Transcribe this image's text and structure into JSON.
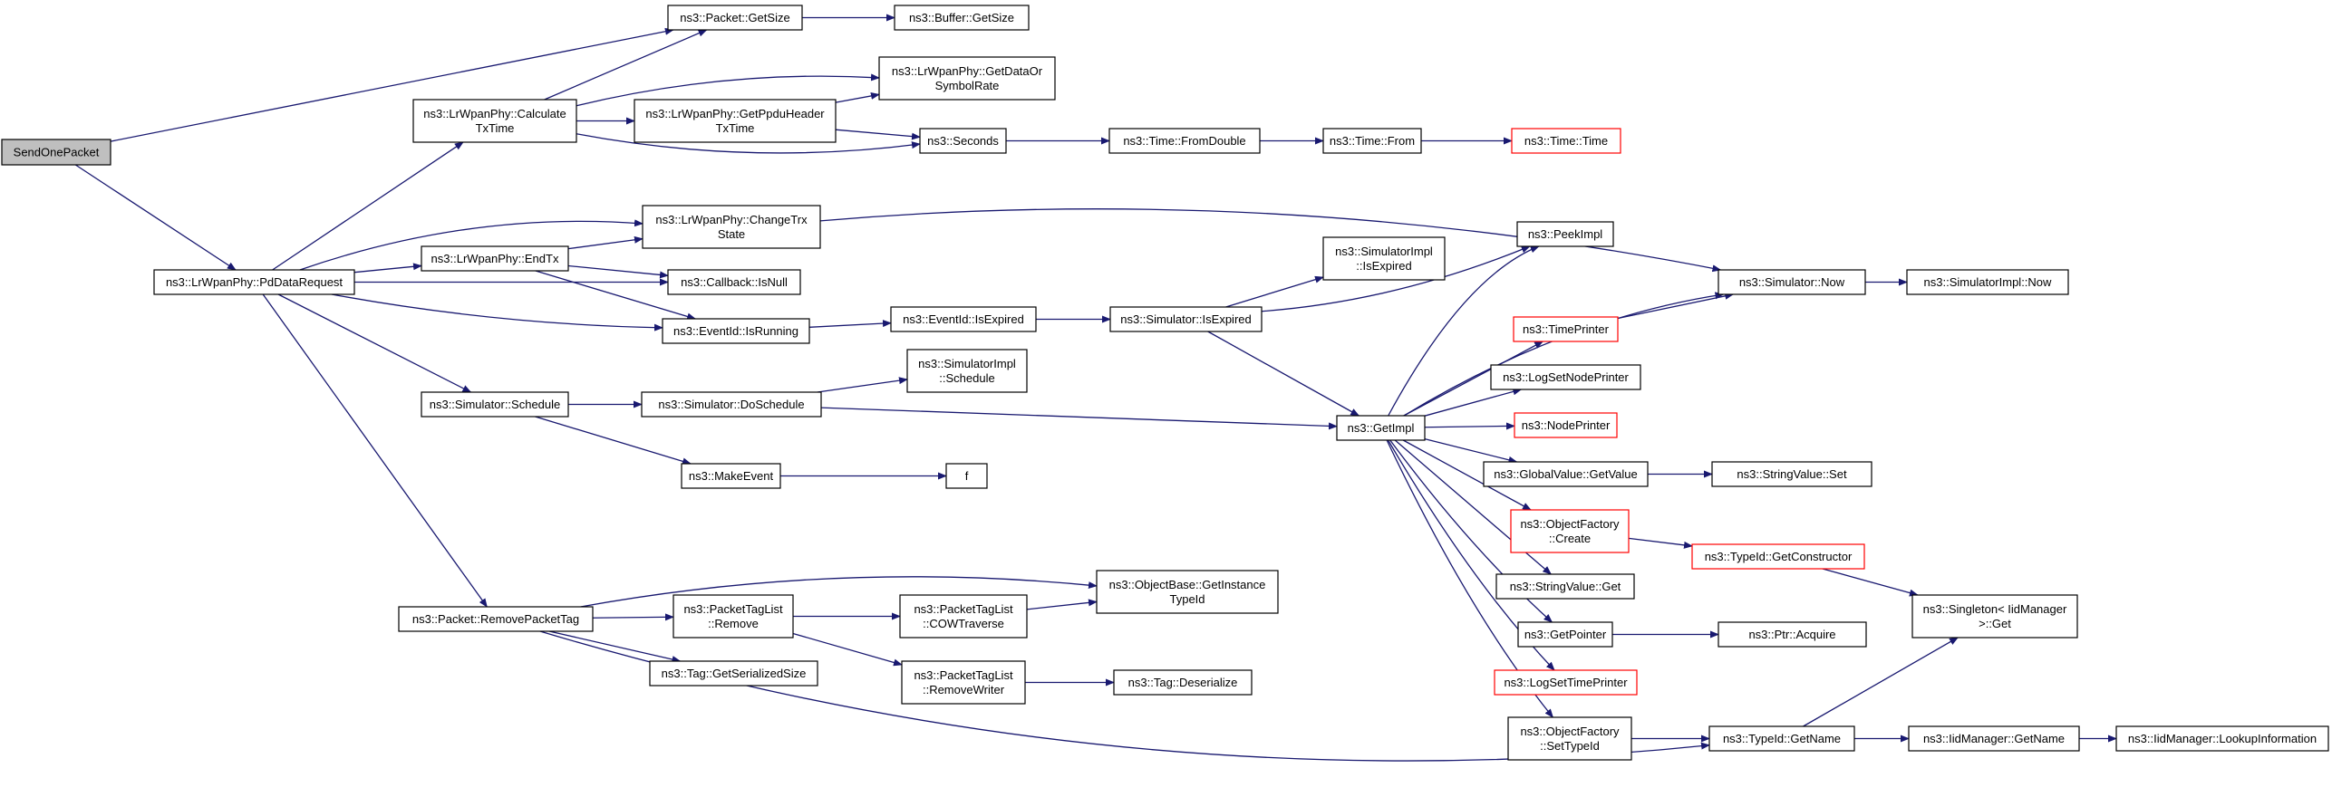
{
  "colors": {
    "edge": "#191970",
    "node_border": "#000000",
    "node_fill": "#ffffff",
    "root_fill": "#bfbfbf",
    "truncated_border": "#ff0000"
  },
  "nodes": {
    "send_one_packet": {
      "lines": [
        "SendOnePacket"
      ],
      "kind": "root"
    },
    "pd_data_request": {
      "lines": [
        "ns3::LrWpanPhy::PdDataRequest"
      ],
      "kind": "normal"
    },
    "calculate_tx_time": {
      "lines": [
        "ns3::LrWpanPhy::Calculate",
        "TxTime"
      ],
      "kind": "normal"
    },
    "packet_get_size": {
      "lines": [
        "ns3::Packet::GetSize"
      ],
      "kind": "normal"
    },
    "buffer_get_size": {
      "lines": [
        "ns3::Buffer::GetSize"
      ],
      "kind": "normal"
    },
    "get_data_or_symbol_rate": {
      "lines": [
        "ns3::LrWpanPhy::GetDataOr",
        "SymbolRate"
      ],
      "kind": "normal"
    },
    "get_ppdu_header_tx_time": {
      "lines": [
        "ns3::LrWpanPhy::GetPpduHeader",
        "TxTime"
      ],
      "kind": "normal"
    },
    "seconds": {
      "lines": [
        "ns3::Seconds"
      ],
      "kind": "normal"
    },
    "time_from_double": {
      "lines": [
        "ns3::Time::FromDouble"
      ],
      "kind": "normal"
    },
    "time_from": {
      "lines": [
        "ns3::Time::From"
      ],
      "kind": "normal"
    },
    "time_time": {
      "lines": [
        "ns3::Time::Time"
      ],
      "kind": "truncated"
    },
    "change_trx_state": {
      "lines": [
        "ns3::LrWpanPhy::ChangeTrx",
        "State"
      ],
      "kind": "normal"
    },
    "end_tx": {
      "lines": [
        "ns3::LrWpanPhy::EndTx"
      ],
      "kind": "normal"
    },
    "callback_is_null": {
      "lines": [
        "ns3::Callback::IsNull"
      ],
      "kind": "normal"
    },
    "event_id_is_running": {
      "lines": [
        "ns3::EventId::IsRunning"
      ],
      "kind": "normal"
    },
    "event_id_is_expired": {
      "lines": [
        "ns3::EventId::IsExpired"
      ],
      "kind": "normal"
    },
    "simulator_is_expired": {
      "lines": [
        "ns3::Simulator::IsExpired"
      ],
      "kind": "normal"
    },
    "simulator_impl_is_expired": {
      "lines": [
        "ns3::SimulatorImpl",
        "::IsExpired"
      ],
      "kind": "normal"
    },
    "simulator_schedule": {
      "lines": [
        "ns3::Simulator::Schedule"
      ],
      "kind": "normal"
    },
    "simulator_do_schedule": {
      "lines": [
        "ns3::Simulator::DoSchedule"
      ],
      "kind": "normal"
    },
    "simulator_impl_schedule": {
      "lines": [
        "ns3::SimulatorImpl",
        "::Schedule"
      ],
      "kind": "normal"
    },
    "make_event": {
      "lines": [
        "ns3::MakeEvent"
      ],
      "kind": "normal"
    },
    "f": {
      "lines": [
        "f"
      ],
      "kind": "normal"
    },
    "remove_packet_tag": {
      "lines": [
        "ns3::Packet::RemovePacketTag"
      ],
      "kind": "normal"
    },
    "packet_tag_list_remove": {
      "lines": [
        "ns3::PacketTagList",
        "::Remove"
      ],
      "kind": "normal"
    },
    "tag_get_serialized_size": {
      "lines": [
        "ns3::Tag::GetSerializedSize"
      ],
      "kind": "normal"
    },
    "cow_traverse": {
      "lines": [
        "ns3::PacketTagList",
        "::COWTraverse"
      ],
      "kind": "normal"
    },
    "remove_writer": {
      "lines": [
        "ns3::PacketTagList",
        "::RemoveWriter"
      ],
      "kind": "normal"
    },
    "object_base_get_instance_type_id": {
      "lines": [
        "ns3::ObjectBase::GetInstance",
        "TypeId"
      ],
      "kind": "normal"
    },
    "tag_deserialize": {
      "lines": [
        "ns3::Tag::Deserialize"
      ],
      "kind": "normal"
    },
    "peek_impl": {
      "lines": [
        "ns3::PeekImpl"
      ],
      "kind": "normal"
    },
    "simulator_now": {
      "lines": [
        "ns3::Simulator::Now"
      ],
      "kind": "normal"
    },
    "simulator_impl_now": {
      "lines": [
        "ns3::SimulatorImpl::Now"
      ],
      "kind": "normal"
    },
    "time_printer": {
      "lines": [
        "ns3::TimePrinter"
      ],
      "kind": "truncated"
    },
    "get_impl": {
      "lines": [
        "ns3::GetImpl"
      ],
      "kind": "normal"
    },
    "log_set_node_printer": {
      "lines": [
        "ns3::LogSetNodePrinter"
      ],
      "kind": "normal"
    },
    "node_printer": {
      "lines": [
        "ns3::NodePrinter"
      ],
      "kind": "truncated"
    },
    "global_value_get_value": {
      "lines": [
        "ns3::GlobalValue::GetValue"
      ],
      "kind": "normal"
    },
    "string_value_set": {
      "lines": [
        "ns3::StringValue::Set"
      ],
      "kind": "normal"
    },
    "object_factory_create": {
      "lines": [
        "ns3::ObjectFactory",
        "::Create"
      ],
      "kind": "truncated"
    },
    "type_id_get_constructor": {
      "lines": [
        "ns3::TypeId::GetConstructor"
      ],
      "kind": "truncated"
    },
    "string_value_get": {
      "lines": [
        "ns3::StringValue::Get"
      ],
      "kind": "normal"
    },
    "get_pointer": {
      "lines": [
        "ns3::GetPointer"
      ],
      "kind": "normal"
    },
    "ptr_acquire": {
      "lines": [
        "ns3::Ptr::Acquire"
      ],
      "kind": "normal"
    },
    "singleton_get": {
      "lines": [
        "ns3::Singleton< IidManager",
        " >::Get"
      ],
      "kind": "normal"
    },
    "log_set_time_printer": {
      "lines": [
        "ns3::LogSetTimePrinter"
      ],
      "kind": "truncated"
    },
    "object_factory_set_type_id": {
      "lines": [
        "ns3::ObjectFactory",
        "::SetTypeId"
      ],
      "kind": "normal"
    },
    "type_id_get_name": {
      "lines": [
        "ns3::TypeId::GetName"
      ],
      "kind": "normal"
    },
    "iid_manager_get_name": {
      "lines": [
        "ns3::IidManager::GetName"
      ],
      "kind": "normal"
    },
    "iid_manager_lookup_information": {
      "lines": [
        "ns3::IidManager::LookupInformation"
      ],
      "kind": "normal"
    }
  },
  "edges": [
    [
      "send_one_packet",
      "packet_get_size"
    ],
    [
      "send_one_packet",
      "pd_data_request"
    ],
    [
      "pd_data_request",
      "calculate_tx_time"
    ],
    [
      "pd_data_request",
      "change_trx_state"
    ],
    [
      "pd_data_request",
      "end_tx"
    ],
    [
      "pd_data_request",
      "callback_is_null"
    ],
    [
      "pd_data_request",
      "event_id_is_running"
    ],
    [
      "pd_data_request",
      "simulator_schedule"
    ],
    [
      "pd_data_request",
      "remove_packet_tag"
    ],
    [
      "calculate_tx_time",
      "packet_get_size"
    ],
    [
      "calculate_tx_time",
      "get_data_or_symbol_rate"
    ],
    [
      "calculate_tx_time",
      "get_ppdu_header_tx_time"
    ],
    [
      "calculate_tx_time",
      "seconds"
    ],
    [
      "packet_get_size",
      "buffer_get_size"
    ],
    [
      "get_ppdu_header_tx_time",
      "get_data_or_symbol_rate"
    ],
    [
      "get_ppdu_header_tx_time",
      "seconds"
    ],
    [
      "seconds",
      "time_from_double"
    ],
    [
      "time_from_double",
      "time_from"
    ],
    [
      "time_from",
      "time_time"
    ],
    [
      "change_trx_state",
      "simulator_now"
    ],
    [
      "end_tx",
      "change_trx_state"
    ],
    [
      "end_tx",
      "callback_is_null"
    ],
    [
      "end_tx",
      "event_id_is_running"
    ],
    [
      "event_id_is_running",
      "event_id_is_expired"
    ],
    [
      "event_id_is_expired",
      "simulator_is_expired"
    ],
    [
      "simulator_is_expired",
      "simulator_impl_is_expired"
    ],
    [
      "simulator_is_expired",
      "peek_impl"
    ],
    [
      "simulator_is_expired",
      "get_impl"
    ],
    [
      "simulator_schedule",
      "simulator_do_schedule"
    ],
    [
      "simulator_schedule",
      "make_event"
    ],
    [
      "simulator_do_schedule",
      "simulator_impl_schedule"
    ],
    [
      "simulator_do_schedule",
      "get_impl"
    ],
    [
      "make_event",
      "f"
    ],
    [
      "remove_packet_tag",
      "object_base_get_instance_type_id"
    ],
    [
      "remove_packet_tag",
      "packet_tag_list_remove"
    ],
    [
      "remove_packet_tag",
      "tag_get_serialized_size"
    ],
    [
      "remove_packet_tag",
      "type_id_get_name"
    ],
    [
      "packet_tag_list_remove",
      "cow_traverse"
    ],
    [
      "packet_tag_list_remove",
      "remove_writer"
    ],
    [
      "cow_traverse",
      "object_base_get_instance_type_id"
    ],
    [
      "remove_writer",
      "tag_deserialize"
    ],
    [
      "get_impl",
      "peek_impl"
    ],
    [
      "get_impl",
      "simulator_now"
    ],
    [
      "get_impl",
      "time_printer"
    ],
    [
      "get_impl",
      "log_set_node_printer"
    ],
    [
      "get_impl",
      "node_printer"
    ],
    [
      "get_impl",
      "global_value_get_value"
    ],
    [
      "get_impl",
      "object_factory_create"
    ],
    [
      "get_impl",
      "string_value_get"
    ],
    [
      "get_impl",
      "get_pointer"
    ],
    [
      "get_impl",
      "log_set_time_printer"
    ],
    [
      "get_impl",
      "object_factory_set_type_id"
    ],
    [
      "simulator_now",
      "simulator_impl_now"
    ],
    [
      "time_printer",
      "simulator_now"
    ],
    [
      "global_value_get_value",
      "string_value_set"
    ],
    [
      "object_factory_create",
      "type_id_get_constructor"
    ],
    [
      "type_id_get_constructor",
      "singleton_get"
    ],
    [
      "get_pointer",
      "ptr_acquire"
    ],
    [
      "object_factory_set_type_id",
      "type_id_get_name"
    ],
    [
      "type_id_get_name",
      "singleton_get"
    ],
    [
      "type_id_get_name",
      "iid_manager_get_name"
    ],
    [
      "iid_manager_get_name",
      "iid_manager_lookup_information"
    ]
  ]
}
